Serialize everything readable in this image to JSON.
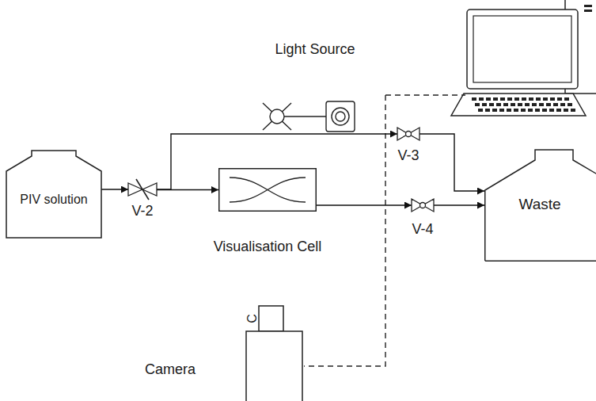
{
  "diagram": {
    "nodes": [
      {
        "text": [
          "Light Source"
        ]
      },
      {
        "text": [
          "PIV solution"
        ]
      },
      {
        "text": [
          "V-2"
        ]
      },
      {
        "text": [
          "Visualisation Cell"
        ]
      },
      {
        "text": [
          "V-3"
        ]
      },
      {
        "text": [
          "V-4"
        ]
      },
      {
        "text": [
          "Waste"
        ]
      },
      {
        "text": [
          "Camera",
          "C"
        ]
      }
    ],
    "edges": [
      {
        "from": 1,
        "to": 2,
        "arrow": "to"
      },
      {
        "from": 2,
        "to": 3,
        "arrow": "to"
      },
      {
        "from": 2,
        "to": 4,
        "arrow": "to"
      },
      {
        "from": 3,
        "to": 5,
        "arrow": "to"
      },
      {
        "from": 4,
        "to": 6,
        "arrow": "to"
      },
      {
        "from": 5,
        "to": 6,
        "arrow": "to"
      }
    ]
  }
}
